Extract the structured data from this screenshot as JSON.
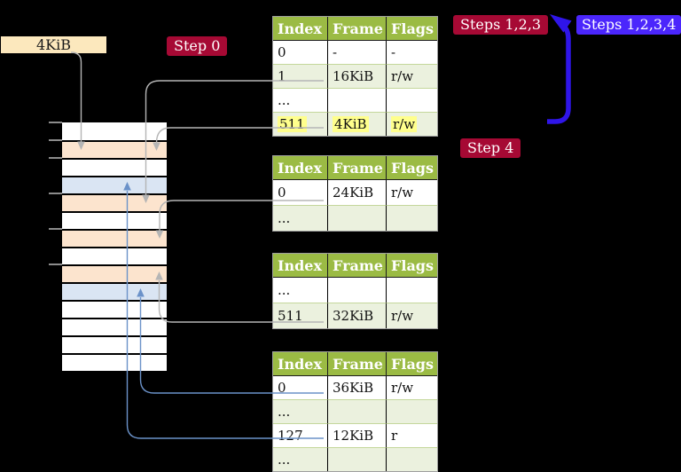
{
  "colors": {
    "background": "#000000",
    "cream-label-bg": "#fce8bd",
    "red-label-bg": "#a60934",
    "blue-label-bg": "#4b26fc",
    "thick-arrow": "#2f15e8",
    "gray-line": "#b5b5b5",
    "blue-line": "#6b92c9",
    "table-header-green": "#9bbb44",
    "table-row-green": "#ebf1de",
    "highlight-yellow": "#ffff8c",
    "frame-peach": "#fce4ce",
    "frame-blue": "#dae5f3",
    "frame-white": "#ffffff",
    "label-text": "#ffffff",
    "table-border-gray": "#9e9e9e",
    "row-divider-green": "#c4d79b"
  },
  "labels": {
    "page_size": "4KiB",
    "step0": "Step 0",
    "steps123": "Steps 1,2,3",
    "steps1234": "Steps 1,2,3,4",
    "step4": "Step 4"
  },
  "page_tables": [
    {
      "headers": [
        "Index",
        "Frame",
        "Flags"
      ],
      "rows": [
        {
          "cells": [
            "0",
            "-",
            "-"
          ],
          "shaded": false,
          "highlight": false
        },
        {
          "cells": [
            "1",
            "16KiB",
            "r/w"
          ],
          "shaded": true,
          "highlight": false
        },
        {
          "cells": [
            "...",
            "",
            ""
          ],
          "shaded": false,
          "highlight": false
        },
        {
          "cells": [
            "511",
            "4KiB",
            "r/w"
          ],
          "shaded": true,
          "highlight": true
        }
      ]
    },
    {
      "headers": [
        "Index",
        "Frame",
        "Flags"
      ],
      "rows": [
        {
          "cells": [
            "0",
            "24KiB",
            "r/w"
          ],
          "shaded": false,
          "highlight": false
        },
        {
          "cells": [
            "...",
            "",
            ""
          ],
          "shaded": true,
          "highlight": false
        }
      ]
    },
    {
      "headers": [
        "Index",
        "Frame",
        "Flags"
      ],
      "rows": [
        {
          "cells": [
            "...",
            "",
            ""
          ],
          "shaded": false,
          "highlight": false
        },
        {
          "cells": [
            "511",
            "32KiB",
            "r/w"
          ],
          "shaded": true,
          "highlight": false
        }
      ]
    },
    {
      "headers": [
        "Index",
        "Frame",
        "Flags"
      ],
      "rows": [
        {
          "cells": [
            "0",
            "36KiB",
            "r/w"
          ],
          "shaded": false,
          "highlight": false
        },
        {
          "cells": [
            "...",
            "",
            ""
          ],
          "shaded": true,
          "highlight": false
        },
        {
          "cells": [
            "127",
            "12KiB",
            "r"
          ],
          "shaded": false,
          "highlight": false
        },
        {
          "cells": [
            "...",
            "",
            ""
          ],
          "shaded": true,
          "highlight": false
        }
      ]
    }
  ],
  "memory_column": {
    "rows": [
      {
        "color": "white"
      },
      {
        "color": "peach"
      },
      {
        "color": "white"
      },
      {
        "color": "blue"
      },
      {
        "color": "peach"
      },
      {
        "color": "white"
      },
      {
        "color": "peach"
      },
      {
        "color": "white"
      },
      {
        "color": "peach"
      },
      {
        "color": "blue"
      },
      {
        "color": "white"
      },
      {
        "color": "white"
      },
      {
        "color": "white"
      },
      {
        "color": "white"
      }
    ]
  },
  "connectors": [
    {
      "from": "4KiB-label",
      "to": "memory-frame-row-2",
      "color": "gray"
    },
    {
      "from": "table-1-row-1",
      "to": "memory-frame-row-5",
      "color": "gray"
    },
    {
      "from": "table-1-row-511",
      "to": "memory-frame-row-2",
      "color": "gray"
    },
    {
      "from": "table-2-row-0",
      "to": "memory-frame-row-7",
      "color": "gray"
    },
    {
      "from": "table-3-row-511",
      "to": "memory-frame-row-9",
      "color": "gray"
    },
    {
      "from": "table-4-row-0",
      "to": "memory-frame-row-10",
      "color": "blue"
    },
    {
      "from": "table-4-row-127",
      "to": "memory-frame-row-4",
      "color": "blue"
    },
    {
      "from": "table-1-area",
      "to": "steps-1-2-3-label",
      "color": "thick-blue"
    }
  ]
}
